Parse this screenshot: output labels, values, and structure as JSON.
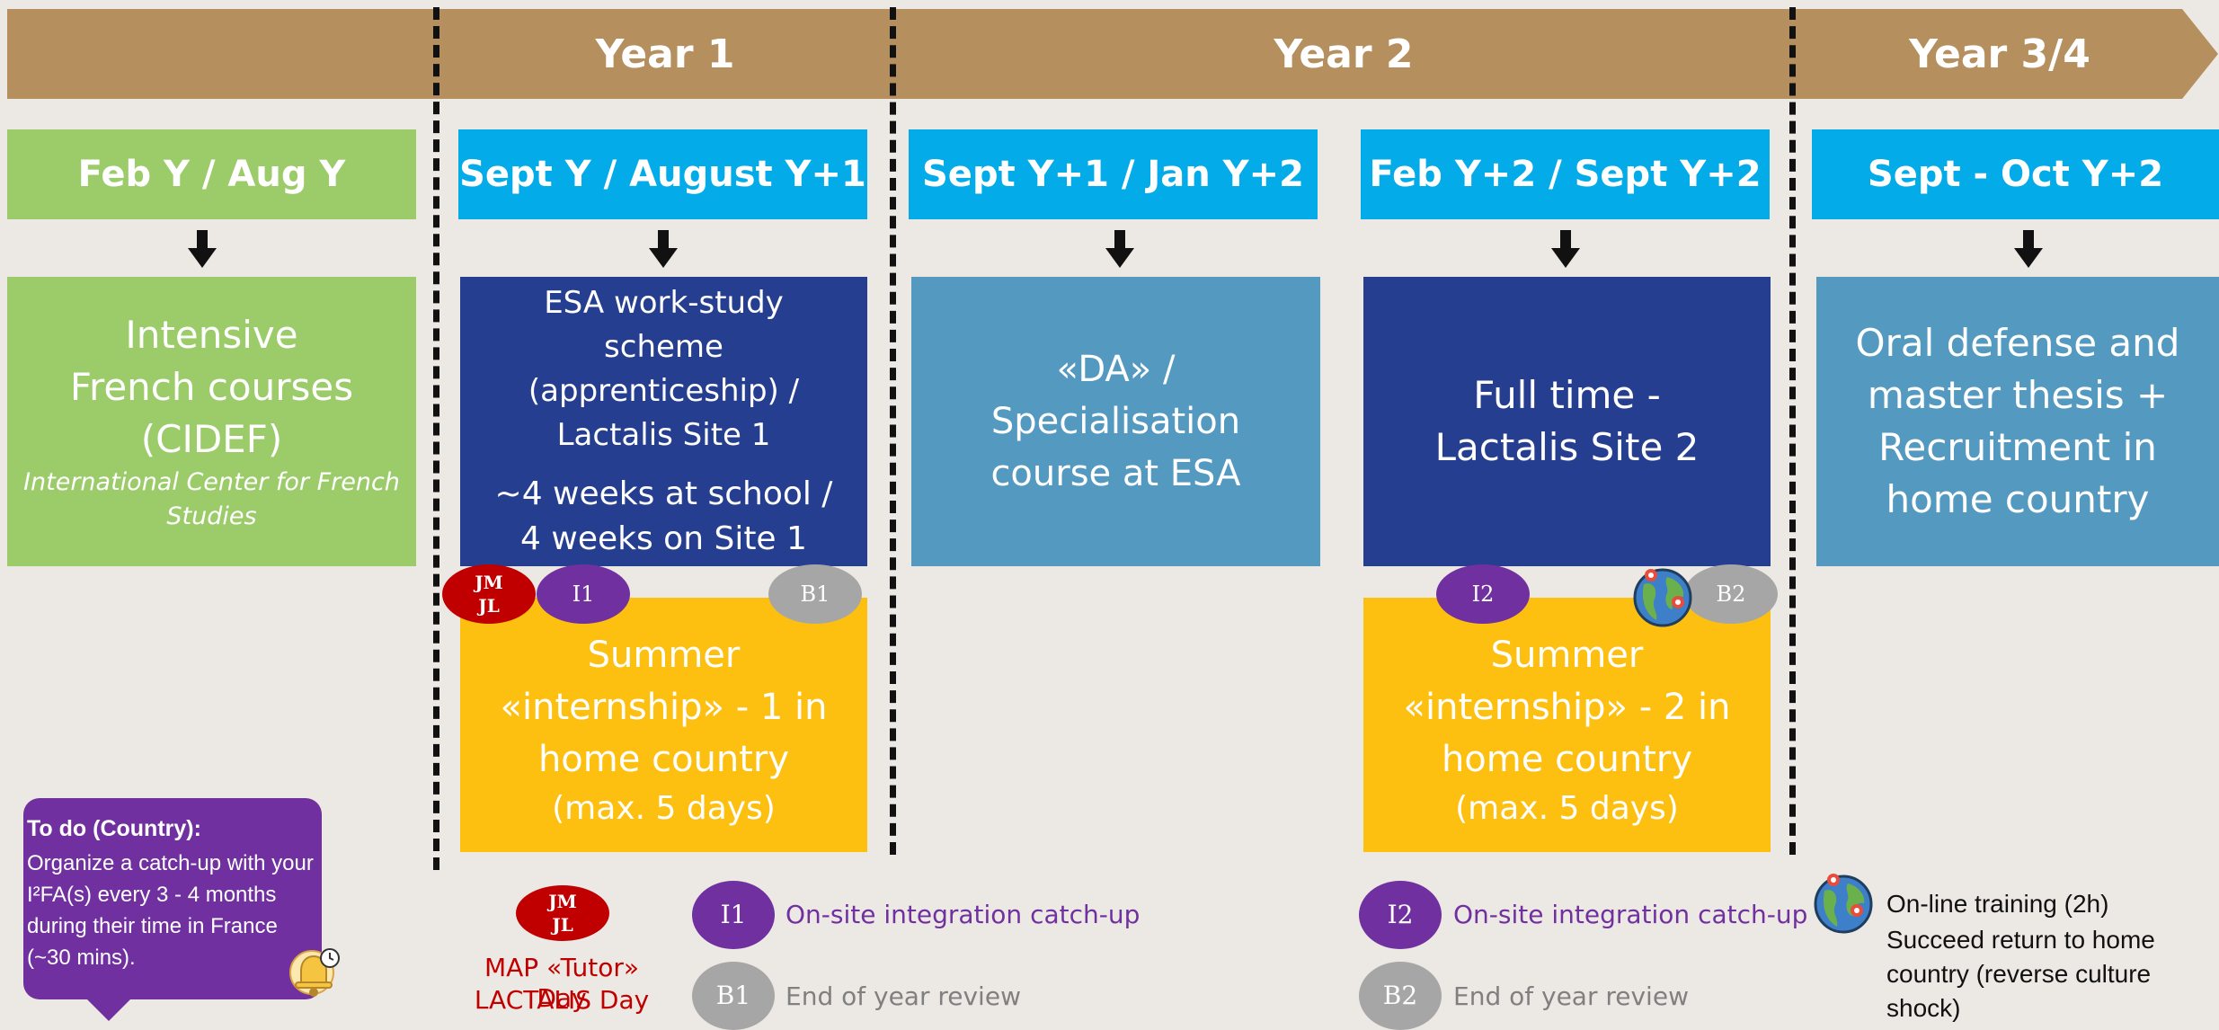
{
  "phases": [
    "Year 1",
    "Year 2",
    "Year 3/4"
  ],
  "dates": [
    "Feb Y / Aug Y",
    "Sept Y / August Y+1",
    "Sept Y+1 / Jan Y+2",
    "Feb Y+2 / Sept Y+2",
    "Sept - Oct Y+2"
  ],
  "cards": {
    "french_title": "Intensive French courses (CIDEF)",
    "french_sub": "International Center for French Studies",
    "esa_1": "ESA work-study scheme (apprenticeship) / Lactalis Site 1",
    "esa_2": "~4 weeks at school / 4 weeks on Site 1",
    "da": "«DA» / Specialisation course at ESA",
    "fulltime": "Full time - Lactalis Site 2",
    "oral": "Oral defense and master thesis + Recruitment in home country",
    "summer1_a": "Summer «internship» - 1 in home country",
    "summer1_b": "(max. 5 days)",
    "summer2_a": "Summer «internship» - 2 in home country",
    "summer2_b": "(max. 5 days)"
  },
  "badges": {
    "jm": "JM",
    "jl": "JL",
    "i1": "I1",
    "i2": "I2",
    "b1": "B1",
    "b2": "B2"
  },
  "todo": {
    "title": "To do (Country):",
    "body": "Organize  a catch-up with your I²FA(s) every 3 - 4 months during their time in France (~30 mins)."
  },
  "legend": {
    "map_day": "MAP «Tutor» Day",
    "lactalis_day": "LACTALIS Day",
    "onsite_1": "On-site integration catch-up",
    "review_1": "End of year review",
    "onsite_2": "On-site integration catch-up",
    "review_2": "End of year review",
    "online": "On-line training (2h)",
    "succeed": "Succeed return to home country (reverse culture shock)"
  },
  "colors": {
    "phase": "#b68f5e",
    "green": "#9ccb6a",
    "cyan": "#03abe9",
    "steel": "#5499c0",
    "navy": "#253e8f",
    "yellow": "#fdbf10",
    "purple": "#7030a0",
    "red": "#c00000",
    "gray": "#a6a6a6"
  },
  "icons": [
    "globe-icon",
    "bell-icon"
  ]
}
